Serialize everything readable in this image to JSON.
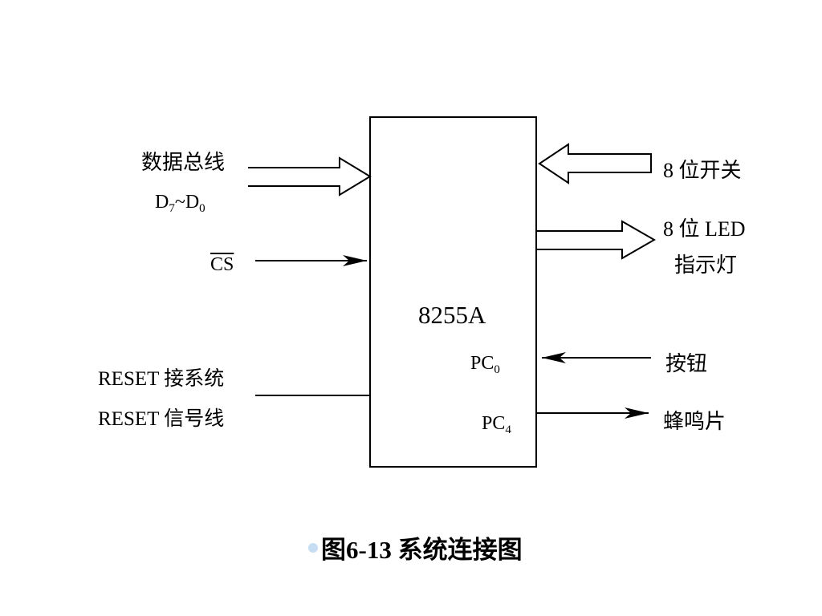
{
  "chip": {
    "name": "8255A",
    "pc0": "PC",
    "pc0_sub": "0",
    "pc4": "PC",
    "pc4_sub": "4"
  },
  "left": {
    "data_bus_line1": "数据总线",
    "data_bus_d7": "D",
    "data_bus_d7_sub": "7",
    "data_bus_tilde": "~D",
    "data_bus_d0_sub": "0",
    "cs": "CS",
    "reset_line1": "RESET 接系统",
    "reset_line2": "RESET 信号线"
  },
  "right": {
    "switch": "8 位开关",
    "led_line1": "8 位 LED",
    "led_line2": "指示灯",
    "button": "按钮",
    "buzzer": "蜂鸣片"
  },
  "caption": {
    "text": "图6-13  系统连接图",
    "bullet_color": "#c7ddf2"
  }
}
